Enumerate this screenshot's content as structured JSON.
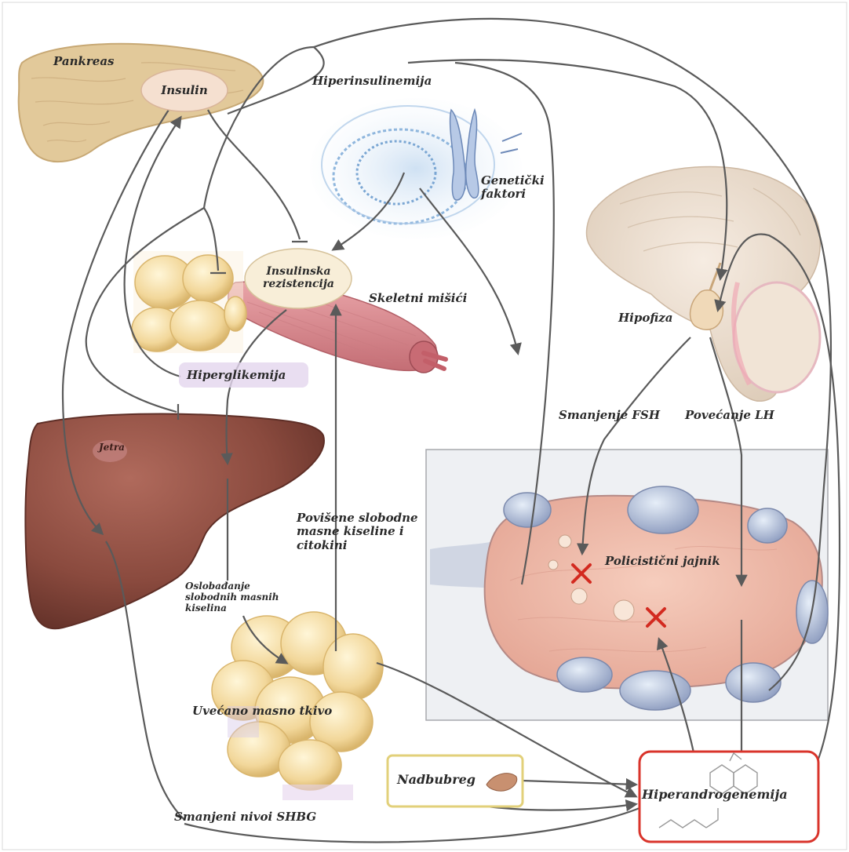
{
  "labels": {
    "pankreas": "Pankreas",
    "insulin": "Insulin",
    "hiperinsulinemija": "Hiperinsulinemija",
    "geneticki_faktori": "Genetički\nfaktori",
    "insulinska_rezistencija": "Insulinska\nrezistencija",
    "skeletni_misici": "Skeletni mišići",
    "hipofiza": "Hipofiza",
    "hiperglikemija": "Hiperglikemija",
    "smanjenje_fsh": "Smanjenje FSH",
    "povecanje_lh": "Povećanje LH",
    "jetra": "Jetra",
    "povisene_masne": "Povišene slobodne\nmasne kiseline i\ncitokini",
    "policisticni_jajnik": "Policistični jajnik",
    "oslobadjanje": "Oslobađanje\nslobodnih masnih\nkiselina",
    "uvecano_masno_tkivo": "Uvećano masno tkivo",
    "nadbubreg": "Nadbubreg",
    "hiperandrogenemija": "Hiperandrogenemija",
    "smanjeni_nivoi_shbg": "Smanjeni nivoi SHBG"
  },
  "colors": {
    "arrow": "#5a5a5a",
    "pancreas": "#e2c99a",
    "liver": "#8a4a3e",
    "fat": "#f3dba0",
    "muscle": "#d98a8f",
    "dna": "#8fb6dd",
    "ovary": "#f0bfae",
    "cyst": "#aab8d4",
    "brain": "#eadccd",
    "insulin_pill": "#f5e0d0",
    "red_box": "#d9342b",
    "adrenal_box": "#e6dc8c",
    "block_mark": "#d32a20"
  },
  "icons": [
    "pancreas-illustration",
    "dna-illustration",
    "chromosome-icon",
    "brain-illustration",
    "pituitary-illustration",
    "fat-cells-illustration",
    "muscle-illustration",
    "liver-illustration",
    "ovary-illustration",
    "adrenal-gland-icon",
    "steroid-molecule-icon",
    "blocked-x-icon"
  ]
}
